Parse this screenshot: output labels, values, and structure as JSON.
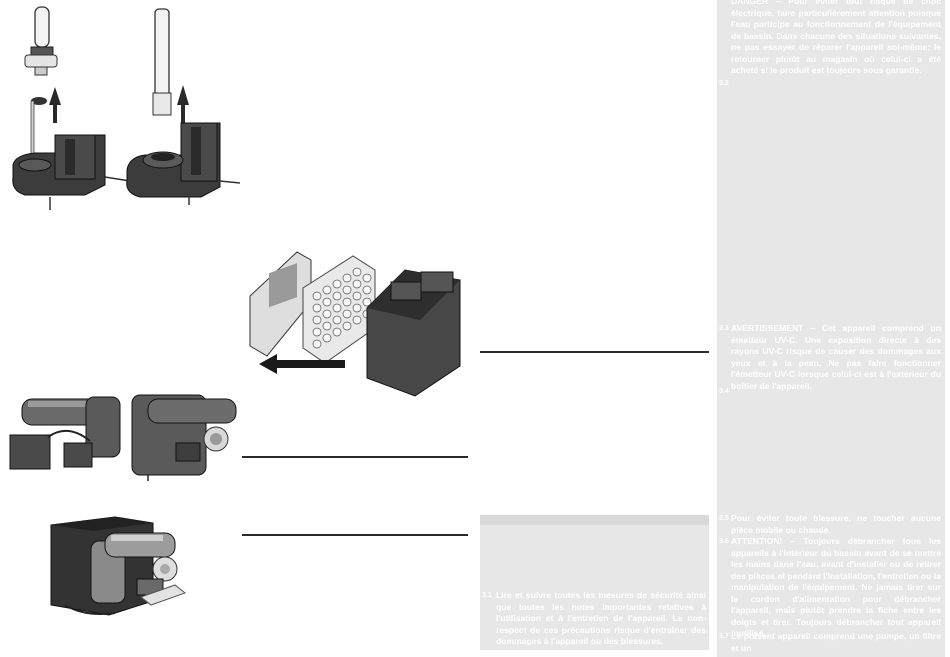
{
  "left_panel": {
    "num_3_1": "3.1",
    "p_3_1": "Lire et suivre toutes les mesures de sécurité ainsi que toutes les notes importantes relatives à l'utilisation et à l'entretien de l'appareil. Le non-respect de ces précautions risque d'entraîner des dommages à l'appareil ou des blessures."
  },
  "right_panel": {
    "p_danger": "DANGER – Pour éviter tout risque de choc électrique, faire particulièrement attention puisque l'eau participe au fonctionnement de l'équipement de bassin. Dans chacune des situations suivantes, ne pas essayer de réparer l'appareil soi-même; le retourner plutôt au magasin où celui-ci a été acheté si le produit est toujours sous garantie.",
    "num_3_2": "3.2",
    "num_3_3": "3.3",
    "p_3_3": "AVERTISSEMENT – Cet appareil comprend un émetteur UV-C. Une exposition directe à des rayons UV-C risque de causer des dommages aux yeux et à la peau. Ne pas faire fonctionner l'émetteur UV-C lorsque celui-ci est à l'extérieur du boîtier de l'appareil.",
    "num_3_4": "3.4",
    "num_3_5": "3.5",
    "p_3_5": "Pour éviter toute blessure, ne toucher aucune pièce mobile ou chaude.",
    "num_3_6": "3.6",
    "p_3_6": "ATTENTION! – Toujours débrancher tous les appareils à l'intérieur du bassin avant de se mettre les mains dans l'eau, avant d'installer ou de retirer des pièces et pendant l'installation, l'entretien ou la manipulation de l'équipement. Ne jamais tirer sur le cordon d'alimentation pour débrancher l'appareil, mais plutôt prendre la fiche entre les doigts et tirer. Toujours débrancher tout appareil inutilisé.",
    "num_3_7": "3.7",
    "p_3_7": "Le présent appareil comprend une pompe, un filtre et un"
  },
  "icons": {
    "uv_bulb_removal_left": "uv-bulb-removal-illustration",
    "uv_bulb_removal_right": "uv-bulb-removal-illustration",
    "filter_sponge_removal": "filter-removal-illustration",
    "pump_assembly": "pump-assembly-illustration",
    "pump_in_housing": "pump-housing-illustration"
  }
}
